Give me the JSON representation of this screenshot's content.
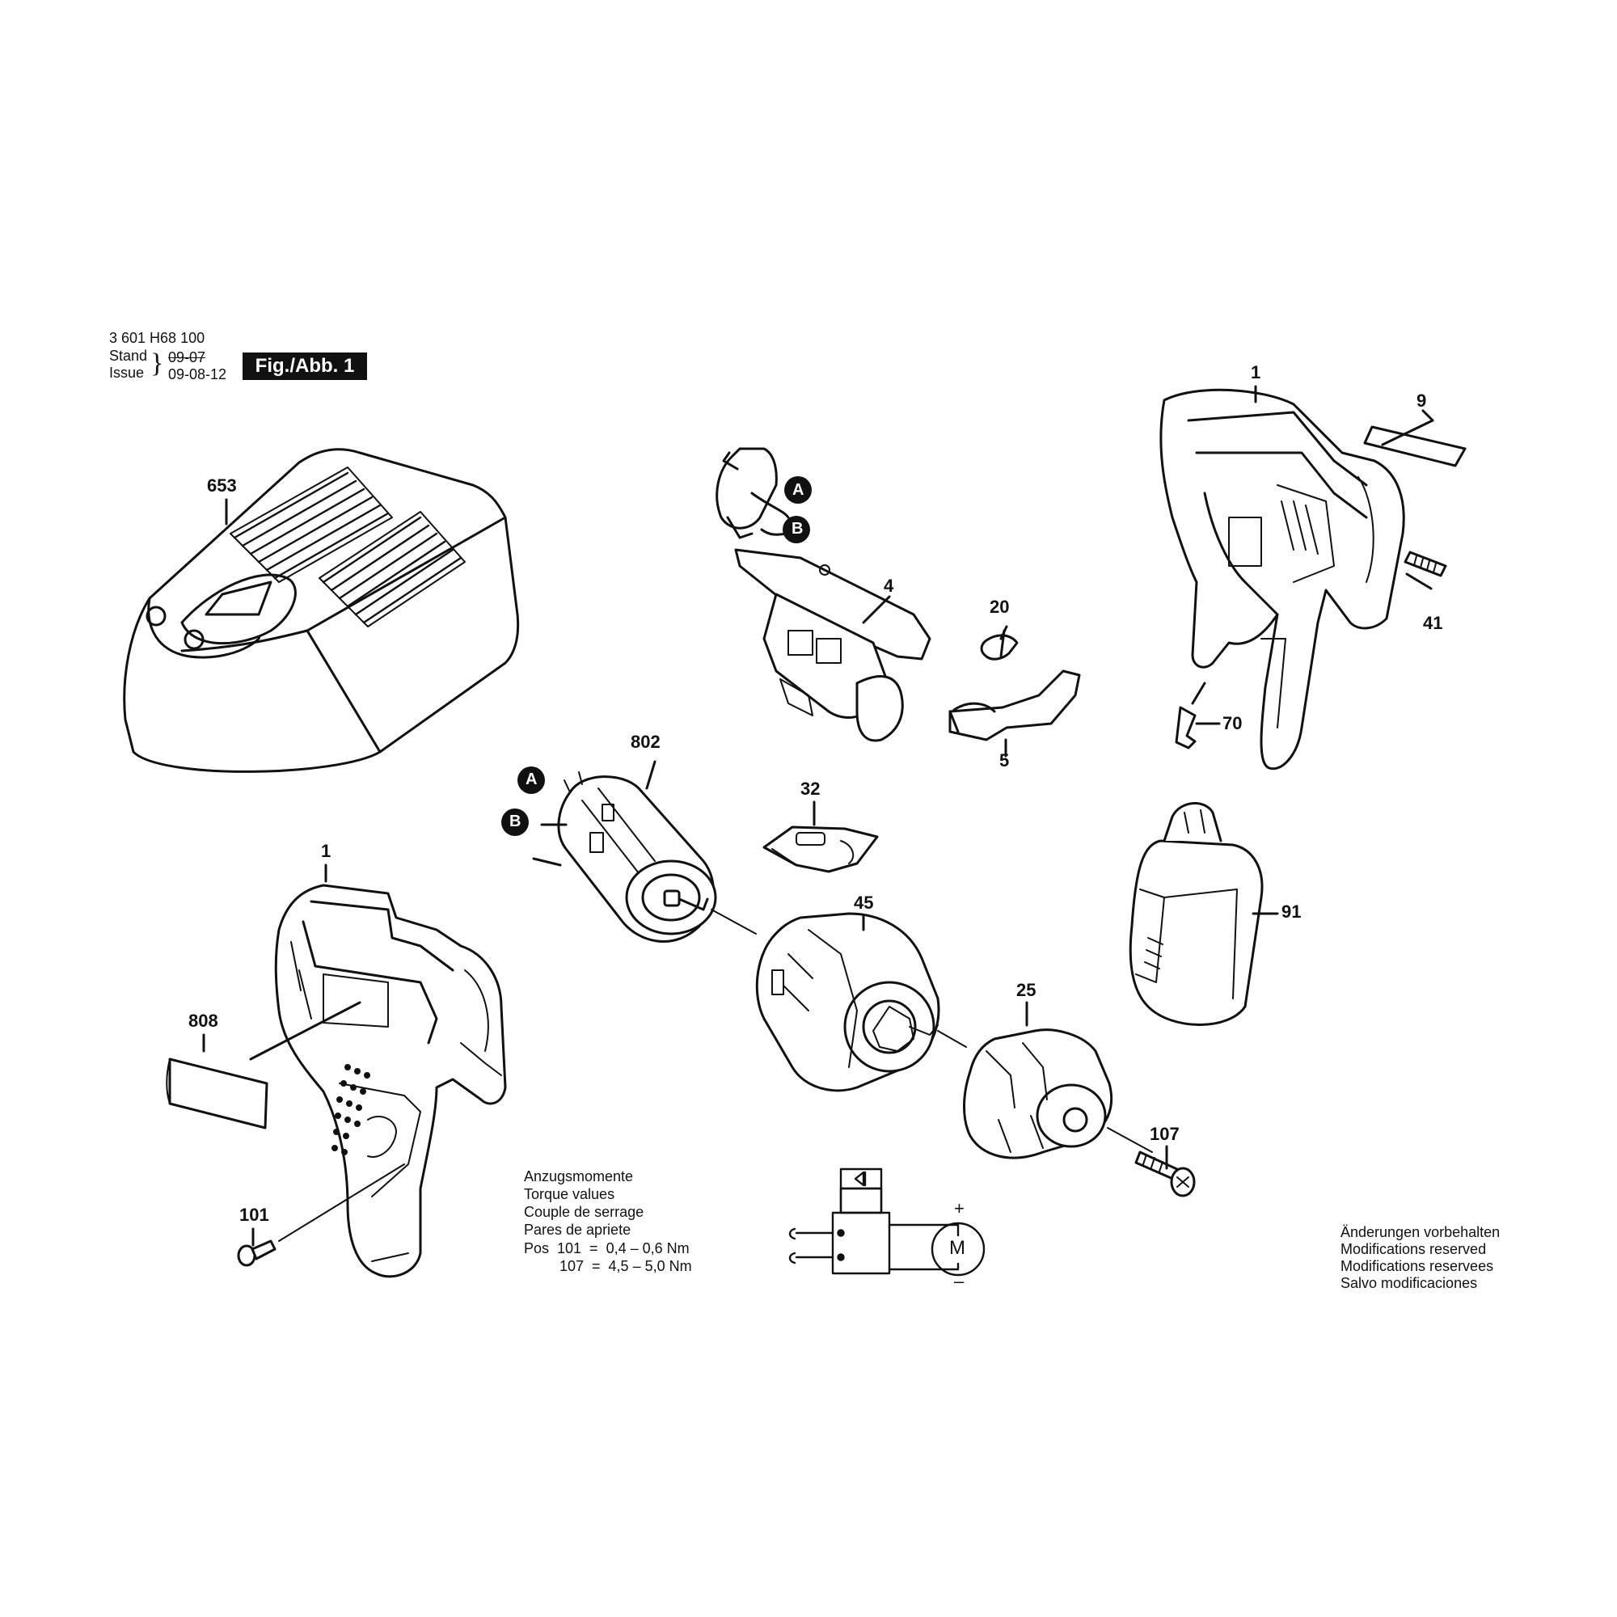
{
  "header": {
    "model_number": "3 601 H68 100",
    "stand_label": "Stand",
    "issue_label": "Issue",
    "date_struck": "09-07",
    "date_current": "09-08-12",
    "figure_label": "Fig./Abb. 1"
  },
  "part_labels": {
    "charger": "653",
    "switch": "4",
    "wire_a": "A",
    "wire_b": "B",
    "housing_shell": "1",
    "nameplate": "9",
    "small_label": "41",
    "clip": "70",
    "knob": "20",
    "slider": "5",
    "motor": "802",
    "motor_a": "A",
    "motor_b": "B",
    "selector": "32",
    "gearbox": "45",
    "chuck": "25",
    "screw_chuck": "107",
    "battery": "91",
    "housing_main": "1",
    "label_sheet": "808",
    "screw_housing": "101"
  },
  "torque_notes": {
    "line1": "Anzugsmomente",
    "line2": "Torque values",
    "line3": "Couple de serrage",
    "line4": "Pares de apriete",
    "row1": "Pos  101  =  0,4 – 0,6 Nm",
    "row2": "107  =  4,5 – 5,0 Nm"
  },
  "circuit": {
    "motor_symbol": "M",
    "plus": "+",
    "minus": "–"
  },
  "change_notice": {
    "line1": "Änderungen vorbehalten",
    "line2": "Modifications reserved",
    "line3": "Modifications reservees",
    "line4": "Salvo modificaciones"
  }
}
